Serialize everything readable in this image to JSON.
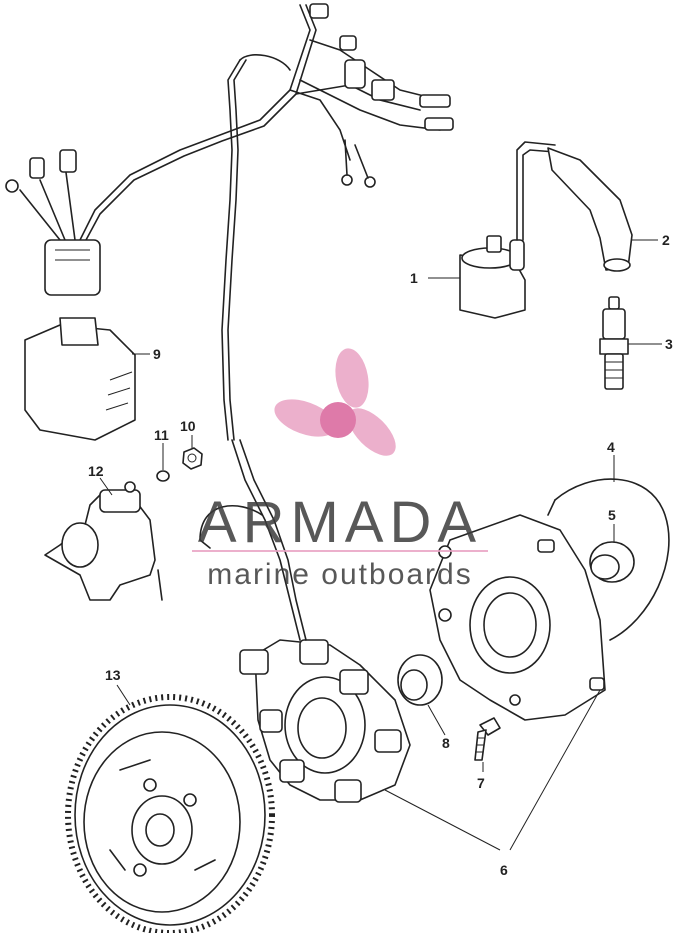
{
  "watermark": {
    "brand": "ARMADA",
    "tagline": "marine outboards",
    "accent_color": "#e9a3c4",
    "text_color": "#3c3c3c"
  },
  "parts": [
    {
      "id": "1",
      "label": "1"
    },
    {
      "id": "2",
      "label": "2"
    },
    {
      "id": "3",
      "label": "3"
    },
    {
      "id": "4",
      "label": "4"
    },
    {
      "id": "5",
      "label": "5"
    },
    {
      "id": "6",
      "label": "6"
    },
    {
      "id": "7",
      "label": "7"
    },
    {
      "id": "8",
      "label": "8"
    },
    {
      "id": "9",
      "label": "9"
    },
    {
      "id": "10",
      "label": "10"
    },
    {
      "id": "11",
      "label": "11"
    },
    {
      "id": "12",
      "label": "12"
    },
    {
      "id": "13",
      "label": "13"
    }
  ]
}
